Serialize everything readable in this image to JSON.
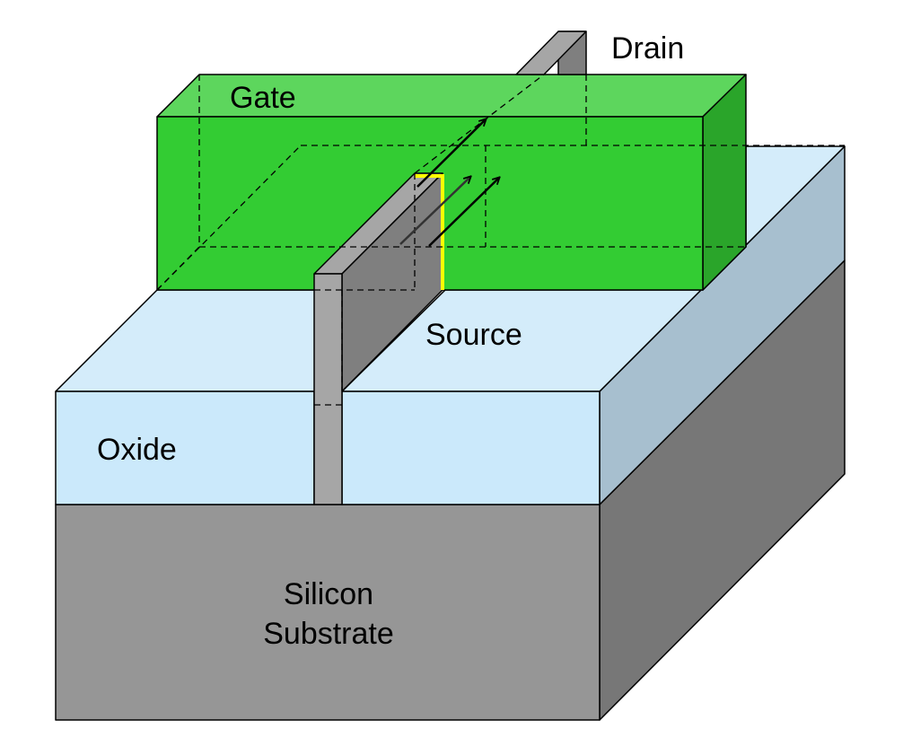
{
  "labels": {
    "drain": "Drain",
    "gate": "Gate",
    "source": "Source",
    "oxide": "Oxide",
    "substrate_line1": "Silicon",
    "substrate_line2": "Substrate"
  },
  "colors": {
    "gate_front": "#33cc33",
    "gate_top": "#5dd65d",
    "gate_side": "#2aa52a",
    "oxide_top": "#d4ecfa",
    "oxide_front": "#cbe9fb",
    "oxide_side": "#a7bfcf",
    "substrate_front": "#969696",
    "substrate_side": "#777777",
    "fin_face": "#7f7f7f",
    "fin_top": "#a6a6a6",
    "channel_highlight": "#ffff00"
  }
}
